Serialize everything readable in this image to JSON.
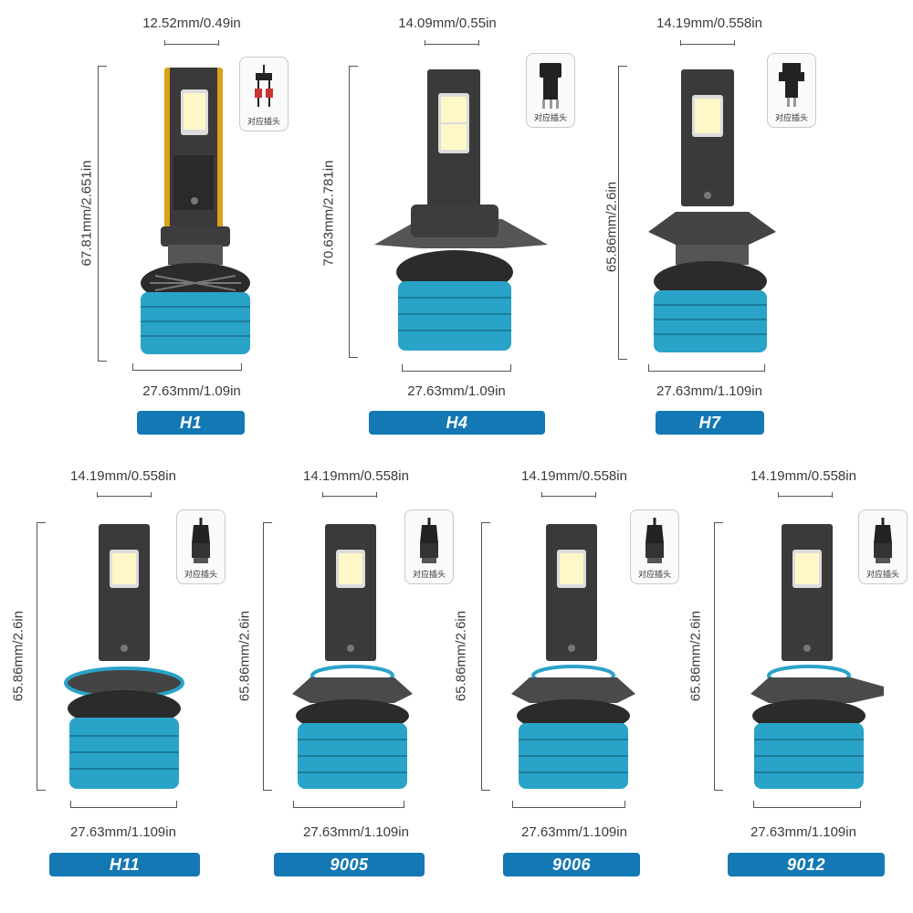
{
  "plug_label": "对应插头",
  "bulbs": [
    {
      "model": "H1",
      "width_top": "12.52mm/0.49in",
      "height": "67.81mm/2.651in",
      "width_bottom": "27.63mm/1.09in"
    },
    {
      "model": "H4",
      "width_top": "14.09mm/0.55in",
      "height": "70.63mm/2.781in",
      "width_bottom": "27.63mm/1.09in"
    },
    {
      "model": "H7",
      "width_top": "14.19mm/0.558in",
      "height": "65.86mm/2.6in",
      "width_bottom": "27.63mm/1.109in"
    },
    {
      "model": "H11",
      "width_top": "14.19mm/0.558in",
      "height": "65.86mm/2.6in",
      "width_bottom": "27.63mm/1.109in"
    },
    {
      "model": "9005",
      "width_top": "14.19mm/0.558in",
      "height": "65.86mm/2.6in",
      "width_bottom": "27.63mm/1.109in"
    },
    {
      "model": "9006",
      "width_top": "14.19mm/0.558in",
      "height": "65.86mm/2.6in",
      "width_bottom": "27.63mm/1.109in"
    },
    {
      "model": "9012",
      "width_top": "14.19mm/0.558in",
      "height": "65.86mm/2.6in",
      "width_bottom": "27.63mm/1.109in"
    }
  ],
  "colors": {
    "badge": "#1478b4",
    "heatsink_base": "#2aa3c8",
    "chip": "#fff7c8",
    "gold_trim": "#d9a21a"
  }
}
